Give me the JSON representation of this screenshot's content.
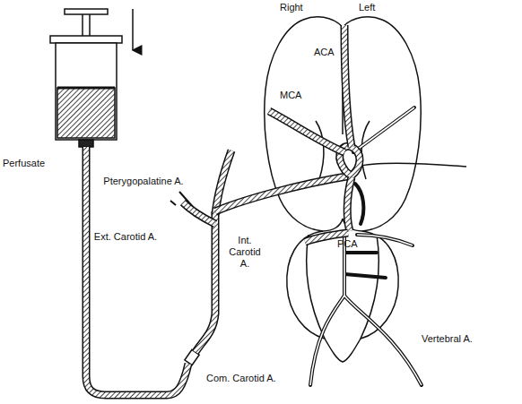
{
  "diagram": {
    "labels": [
      "Right",
      "Left",
      "ACA",
      "MCA",
      "Perfusate",
      "Pterygopalatine A.",
      "Ext. Carotid A.",
      "Int. Carotid A.",
      "PCA",
      "Vertebral A.",
      "Com. Carotid A."
    ]
  }
}
